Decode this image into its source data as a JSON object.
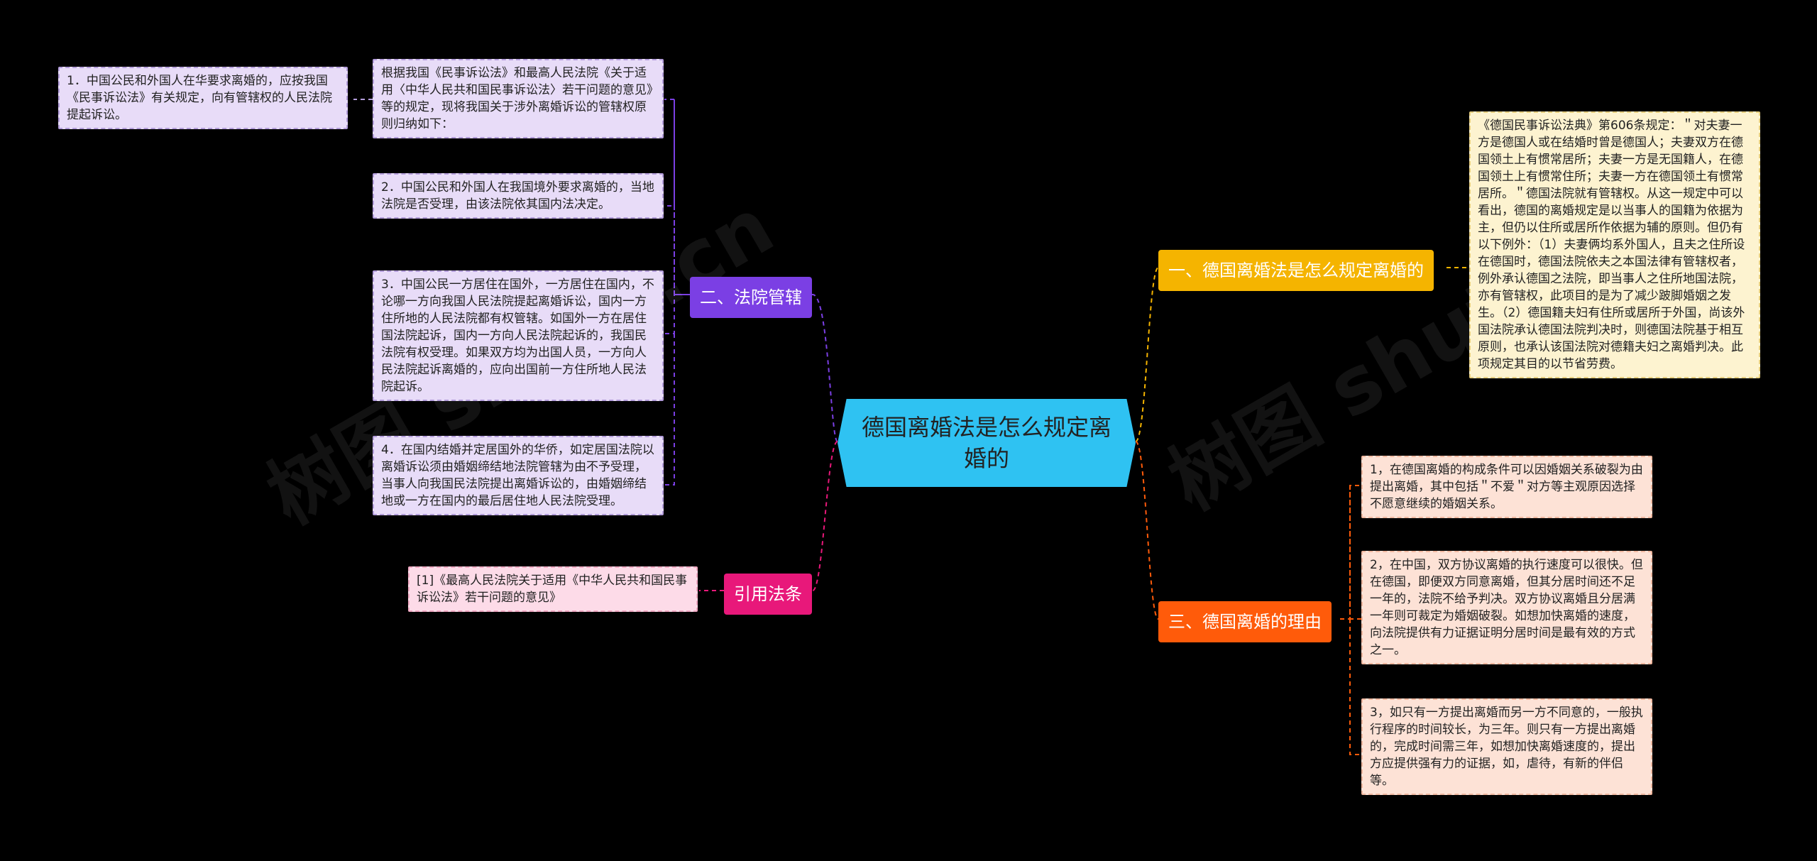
{
  "center": {
    "text": "德国离婚法是怎么规定离婚的",
    "color": "#2fc2f2"
  },
  "branches": {
    "court": {
      "label": "二、法院管辖",
      "color": "#7b3fe4"
    },
    "law": {
      "label": "一、德国离婚法是怎么规定离婚的",
      "color": "#f5b400"
    },
    "reason": {
      "label": "三、德国离婚的理由",
      "color": "#ff5b0a"
    },
    "cite": {
      "label": "引用法条",
      "color": "#e8187a"
    }
  },
  "leaves": {
    "court_intro": "根据我国《民事诉讼法》和最高人民法院《关于适用〈中华人民共和国民事诉讼法〉若干问题的意见》等的规定，现将我国关于涉外离婚诉讼的管辖权原则归纳如下：",
    "court_1": "1．中国公民和外国人在华要求离婚的，应按我国《民事诉讼法》有关规定，向有管辖权的人民法院提起诉讼。",
    "court_2": "2．中国公民和外国人在我国境外要求离婚的，当地法院是否受理，由该法院依其国内法决定。",
    "court_3": "3．中国公民一方居住在国外，一方居住在国内，不论哪一方向我国人民法院提起离婚诉讼，国内一方住所地的人民法院都有权管辖。如国外一方在居住国法院起诉，国内一方向人民法院起诉的，我国民法院有权受理。如果双方均为出国人员，一方向人民法院起诉离婚的，应向出国前一方住所地人民法院起诉。",
    "court_4": "4．在国内结婚并定居国外的华侨，如定居国法院以离婚诉讼须由婚姻缔结地法院管辖为由不予受理，当事人向我国民法院提出离婚诉讼的，由婚姻缔结地或一方在国内的最后居住地人民法院受理。",
    "law_1": "《德国民事诉讼法典》第606条规定：＂对夫妻一方是德国人或在结婚时曾是德国人；夫妻双方在德国领土上有惯常居所；夫妻一方是无国籍人，在德国领土上有惯常住所；夫妻一方在德国领土有惯常居所。＂德国法院就有管辖权。从这一规定中可以看出，德国的离婚规定是以当事人的国籍为依据为主，但仍以住所或居所作依据为辅的原则。但仍有以下例外：（1）夫妻俩均系外国人，且夫之住所设在德国时，德国法院依夫之本国法律有管辖权者，例外承认德国之法院，即当事人之住所地国法院，亦有管辖权，此项目的是为了减少跛脚婚姻之发生。（2）德国籍夫妇有住所或居所于外国，尚该外国法院承认德国法院判决时，则德国法院基于相互原则，也承认该国法院对德籍夫妇之离婚判决。此项规定其目的以节省劳费。",
    "reason_1": "1，在德国离婚的构成条件可以因婚姻关系破裂为由提出离婚，其中包括＂不爱＂对方等主观原因选择不愿意继续的婚姻关系。",
    "reason_2": "2，在中国，双方协议离婚的执行速度可以很快。但在德国，即便双方同意离婚，但其分居时间还不足一年的，法院不给予判决。双方协议离婚且分居满一年则可裁定为婚姻破裂。如想加快离婚的速度，向法院提供有力证据证明分居时间是最有效的方式之一。",
    "reason_3": "3，如只有一方提出离婚而另一方不同意的，一般执行程序的时间较长，为三年。则只有一方提出离婚的，完成时间需三年，如想加快离婚速度的，提出方应提供强有力的证据，如，虐待，有新的伴侣等。",
    "cite_1": "[1]《最高人民法院关于适用《中华人民共和国民事诉讼法》若干问题的意见》"
  },
  "watermarks": [
    "树图 shutu.cn",
    "树图 shutu.cn"
  ]
}
